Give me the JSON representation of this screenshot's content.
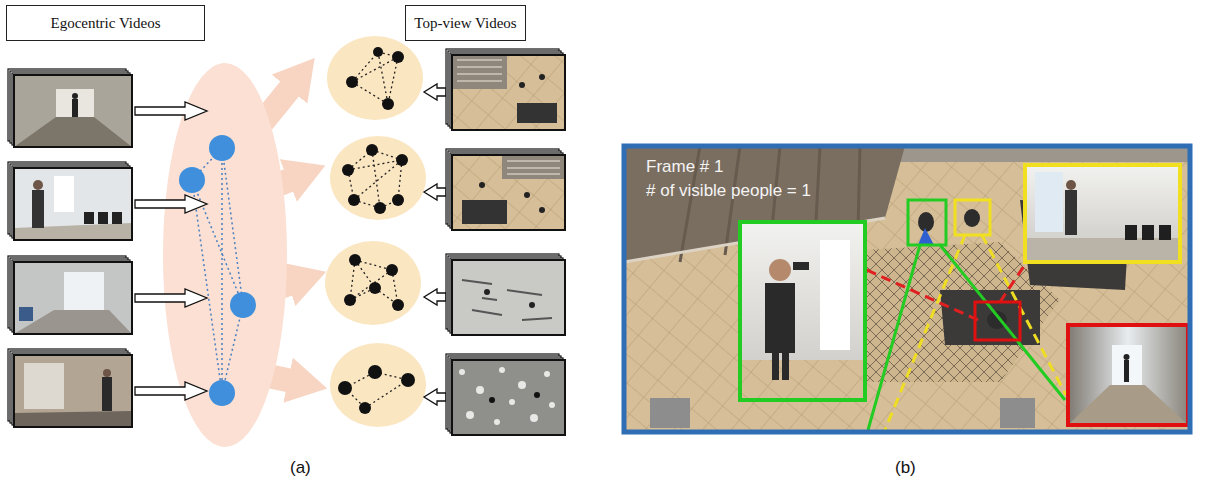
{
  "diagram": {
    "nodes": [
      {
        "text": [
          "Egocentric Videos"
        ]
      },
      {
        "text": [
          "Top-view Videos"
        ]
      }
    ],
    "labels": [
      "(a)",
      "(b)",
      "Frame # 1",
      "# of visible people = 1"
    ]
  }
}
